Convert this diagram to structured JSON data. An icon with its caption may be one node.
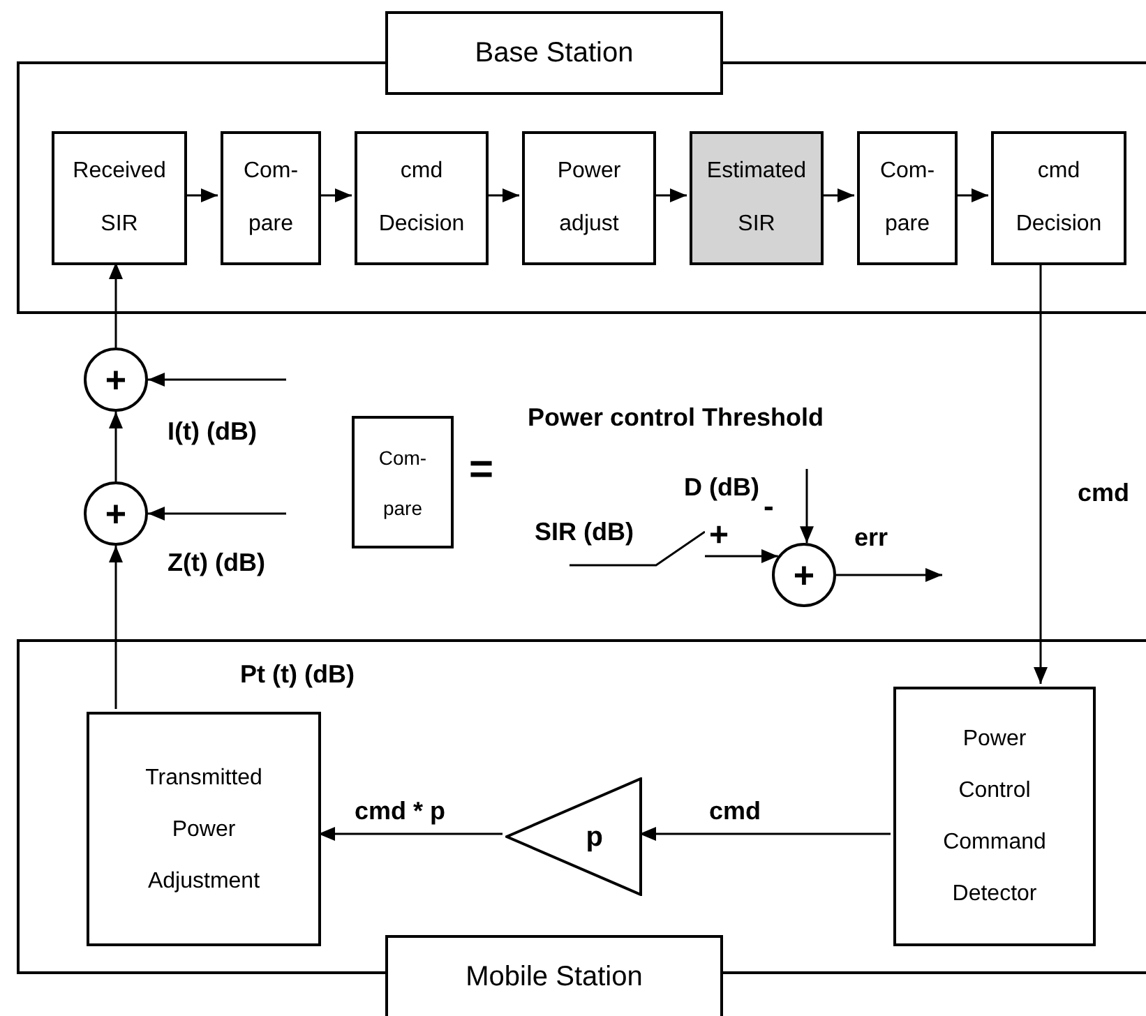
{
  "diagram": {
    "nodes": [
      {
        "text": [
          "Base Station"
        ]
      },
      {
        "text": [
          "Received SIR"
        ],
        "in": 0
      },
      {
        "text": [
          "Com- pare"
        ],
        "in": 0
      },
      {
        "text": [
          "cmd Decision"
        ],
        "in": 0
      },
      {
        "text": [
          "Power adjust"
        ],
        "in": 0
      },
      {
        "text": [
          "Estimated SIR"
        ],
        "in": 0
      },
      {
        "text": [
          "Com- pare"
        ],
        "in": 0
      },
      {
        "text": [
          "cmd Decision"
        ],
        "in": 0
      },
      {
        "text": [
          "+"
        ]
      },
      {
        "text": [
          "+"
        ]
      },
      {
        "text": [
          "Com- pare"
        ],
        "beside": [
          "="
        ]
      },
      {
        "text": [
          "+"
        ]
      },
      {
        "text": [
          "Mobile Station"
        ]
      },
      {
        "text": [
          "Transmitted Power Adjustment"
        ],
        "in": 12
      },
      {
        "text": [
          "p"
        ],
        "in": 12
      },
      {
        "text": [
          "Power Control Command Detector"
        ],
        "in": 12
      },
      {
        "text": [],
        "shape": "switch"
      }
    ],
    "edges": [
      {
        "from": 1,
        "to": 2,
        "arrow": "to"
      },
      {
        "from": 2,
        "to": 3,
        "arrow": "to"
      },
      {
        "from": 3,
        "to": 4,
        "arrow": "to"
      },
      {
        "from": 4,
        "to": 5,
        "arrow": "to"
      },
      {
        "from": 5,
        "to": 6,
        "arrow": "to"
      },
      {
        "from": 6,
        "to": 7,
        "arrow": "to"
      },
      {
        "from": 7,
        "to": 15,
        "arrow": "to",
        "label": "cmd"
      },
      {
        "from": 15,
        "to": 14,
        "arrow": "to",
        "label": "cmd"
      },
      {
        "from": 14,
        "to": 13,
        "arrow": "to",
        "label": "cmd * p"
      },
      {
        "from": 13,
        "to": 9,
        "arrow": "to"
      },
      {
        "from": 9,
        "to": 8,
        "arrow": "to"
      },
      {
        "from": 8,
        "to": 1,
        "arrow": "to"
      },
      {
        "from": null,
        "to": 8,
        "arrow": "to",
        "label": "I(t) (dB)"
      },
      {
        "from": null,
        "to": 9,
        "arrow": "to",
        "label": "Z(t) (dB)"
      },
      {
        "from": 16,
        "to": 11,
        "arrow": "to",
        "label": "SIR (dB)"
      },
      {
        "from": null,
        "to": 11,
        "arrow": "to",
        "label": "D (dB)"
      },
      {
        "from": 11,
        "to": null,
        "arrow": "to",
        "label": "err"
      }
    ],
    "labels": [
      "Power control Threshold",
      "+",
      "-",
      "Pt (t) (dB)"
    ]
  }
}
